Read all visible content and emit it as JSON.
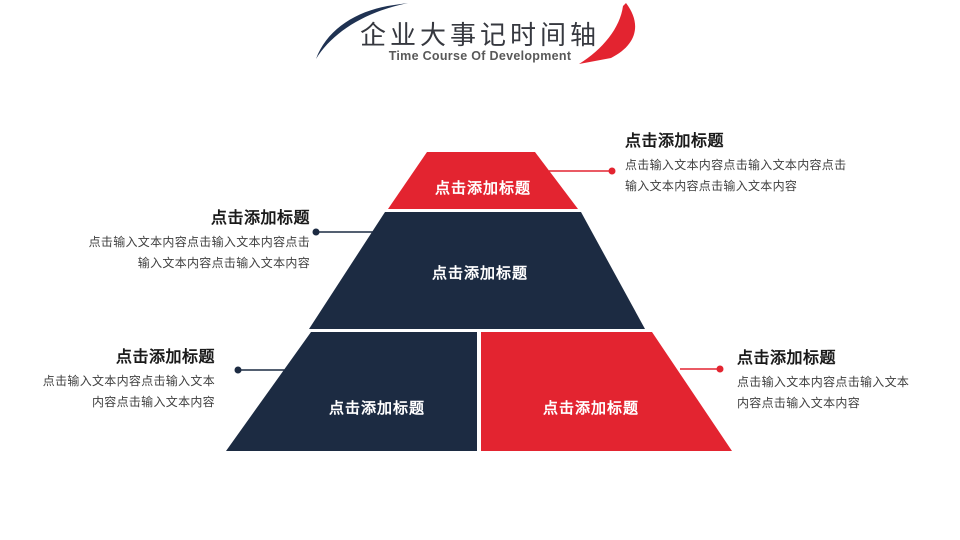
{
  "theme": {
    "red": "#e32430",
    "navy": "#1c2b42",
    "arc_navy": "#1f3252",
    "title_color": "#36383f",
    "subtitle_color": "#595959",
    "heading_color": "#1a1a1a",
    "body_color": "#404040"
  },
  "header": {
    "title": "企业大事记时间轴",
    "subtitle": "Time Course Of Development"
  },
  "pyramid": {
    "levels": [
      {
        "id": "top",
        "label": "点击添加标题",
        "color": "#e32430"
      },
      {
        "id": "middle",
        "label": "点击添加标题",
        "color": "#1c2b42"
      },
      {
        "id": "bottom-left",
        "label": "点击添加标题",
        "color": "#1c2b42"
      },
      {
        "id": "bottom-right",
        "label": "点击添加标题",
        "color": "#e32430"
      }
    ]
  },
  "callouts": [
    {
      "position": "top-right",
      "title": "点击添加标题",
      "body": "点击输入文本内容点击输入文本内容点击输入文本内容点击输入文本内容"
    },
    {
      "position": "middle-left",
      "title": "点击添加标题",
      "body": "点击输入文本内容点击输入文本内容点击输入文本内容点击输入文本内容"
    },
    {
      "position": "bottom-left",
      "title": "点击添加标题",
      "body": "点击输入文本内容点击输入文本内容点击输入文本内容"
    },
    {
      "position": "bottom-right",
      "title": "点击添加标题",
      "body": "点击输入文本内容点击输入文本内容点击输入文本内容"
    }
  ]
}
